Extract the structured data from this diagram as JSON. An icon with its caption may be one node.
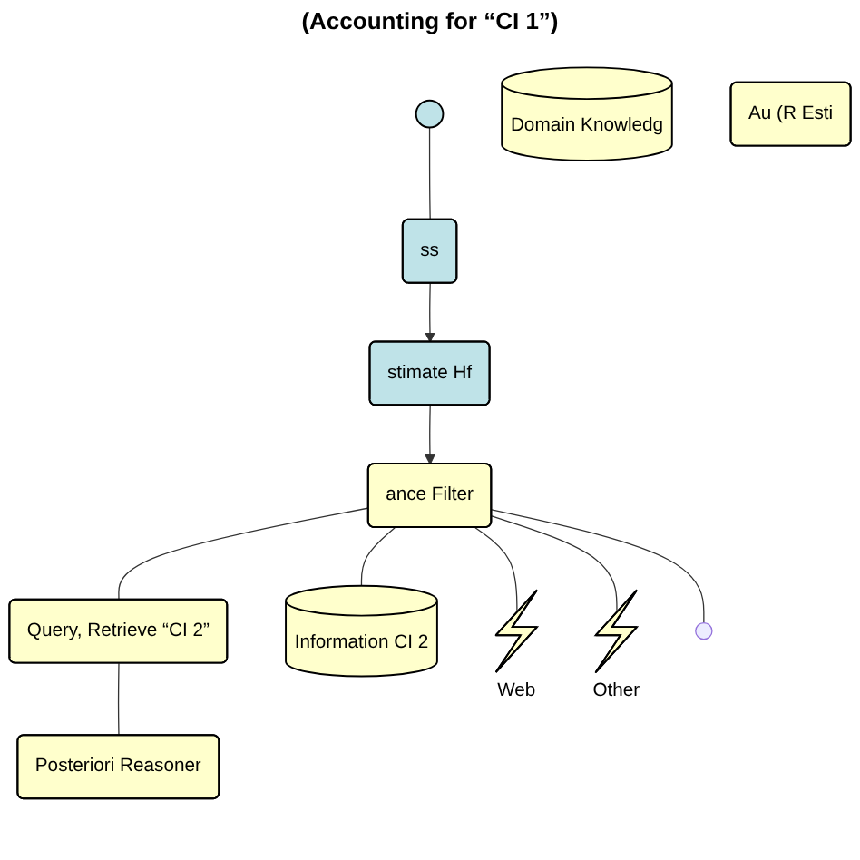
{
  "diagram": {
    "nodes": [
      {
        "text": [],
        "shape": "ellipse"
      },
      {
        "text": [
          "ss"
        ]
      },
      {
        "text": [
          "stimate Hf"
        ]
      },
      {
        "text": [
          "ance Filter"
        ]
      },
      {
        "text": [
          "Query, Retrieve “CI 2”"
        ]
      },
      {
        "text": [
          "Posteriori Reasoner"
        ]
      },
      {
        "text": [
          "Domain Knowledg"
        ]
      },
      {
        "text": [
          "Information CI 2"
        ]
      },
      {
        "text": [
          "Web"
        ]
      },
      {
        "text": [
          "Other"
        ]
      },
      {
        "text": [
          "Au (R Esti"
        ]
      }
    ],
    "edges": [
      {
        "from": 0,
        "to": 1,
        "arrow": "none"
      },
      {
        "from": 1,
        "to": 2,
        "arrow": "to"
      },
      {
        "from": 2,
        "to": 3,
        "arrow": "to"
      },
      {
        "from": 3,
        "to": 4,
        "arrow": "none"
      },
      {
        "from": 4,
        "to": 5,
        "arrow": "none"
      },
      {
        "from": 3,
        "to": 7,
        "arrow": "none"
      },
      {
        "from": 3,
        "to": 8,
        "arrow": "none"
      },
      {
        "from": 3,
        "to": 9,
        "arrow": "none"
      },
      {
        "from": 3,
        "to": null,
        "arrow": "none"
      }
    ],
    "labels": [
      "(Accounting for “CI 1”)"
    ]
  }
}
